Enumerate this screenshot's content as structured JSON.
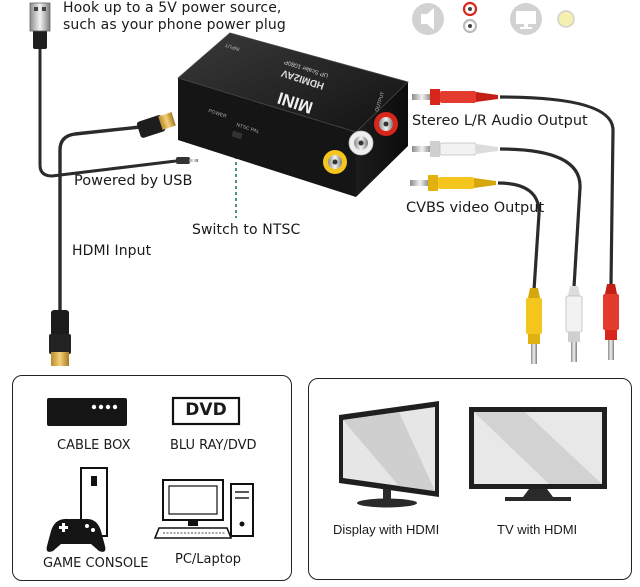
{
  "notes": {
    "power_hint_line1": "Hook up to a 5V power source,",
    "power_hint_line2": "such as your phone power plug",
    "powered_by_usb": "Powered by USB",
    "hdmi_input": "HDMI Input",
    "switch_ntsc": "Switch to NTSC",
    "stereo_output": "Stereo L/R Audio Output",
    "cvbs_output": "CVBS video Output"
  },
  "converter": {
    "brand": "MINI",
    "model": "HDMI2AV",
    "subtitle": "UP Scaler 1080P",
    "input_label": "INPUT",
    "output_label": "OUTPUT",
    "power_label": "POWER",
    "switch_label": "NTSC PAL"
  },
  "icons": [
    "speaker-icon",
    "rca-jack-icon",
    "monitor-icon",
    "yellow-dot-icon"
  ],
  "sources": {
    "cable_box": "CABLE BOX",
    "dvd_badge": "DVD",
    "blu_ray": "BLU RAY/DVD",
    "game_console": "GAME CONSOLE",
    "pc_laptop": "PC/Laptop"
  },
  "displays": {
    "hdmi_display": "Display with HDMI",
    "hdmi_tv": "TV with HDMI"
  },
  "colors": {
    "audio_red": "#d8261c",
    "audio_white": "#e8e8e8",
    "video_yellow": "#f2c417",
    "device_black": "#161616",
    "cable_gray": "#2b2b2b"
  }
}
